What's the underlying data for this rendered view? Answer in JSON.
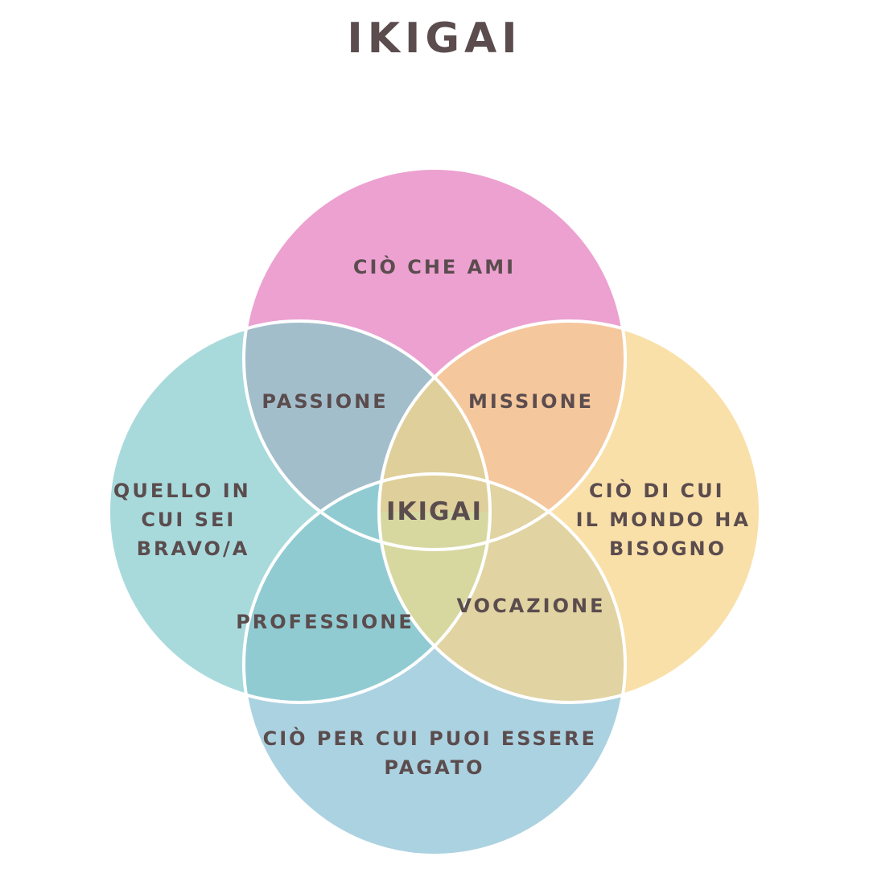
{
  "title": "IKIGAI",
  "circles": {
    "top": {
      "lines": [
        "CIÒ CHE AMI"
      ],
      "color": "#eca1d0"
    },
    "left": {
      "lines": [
        "QUELLO IN",
        "CUI SEI",
        "BRAVO/A"
      ],
      "color": "#a8dadc"
    },
    "right": {
      "lines": [
        "CIÒ DI CUI",
        "IL MONDO HA",
        "BISOGNO"
      ],
      "color": "#f9e0a9"
    },
    "bottom": {
      "lines": [
        "CIÒ PER CUI PUOI ESSERE",
        "PAGATO"
      ],
      "color": "#abd2e0"
    }
  },
  "overlaps": {
    "passione": {
      "label": "PASSIONE",
      "color": "#a3becb"
    },
    "missione": {
      "label": "MISSIONE",
      "color": "#f4c79d"
    },
    "professione": {
      "label": "PROFESSIONE",
      "color": "#91cbd2"
    },
    "vocazione": {
      "label": "VOCAZIONE",
      "color": "#e1d3a2"
    },
    "center_top": {
      "color": "#dfcf9a"
    },
    "center_bottom": {
      "color": "#d7d8a0"
    }
  },
  "center": {
    "label": "IKIGAI"
  },
  "outline_color": "#ffffff",
  "text_color": "#5b4c4e"
}
